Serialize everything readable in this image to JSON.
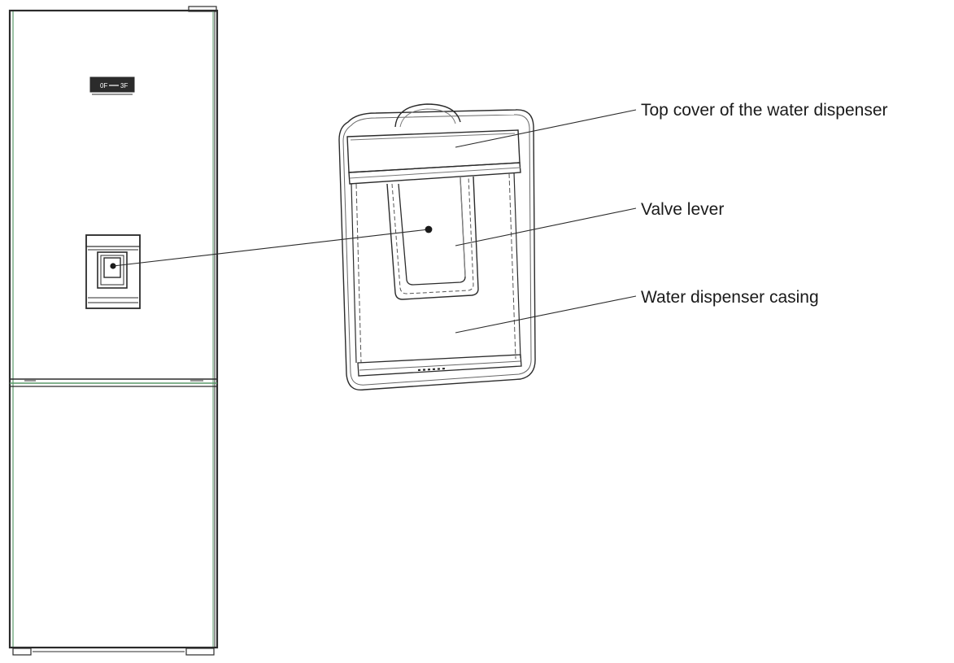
{
  "callouts": {
    "top_cover": "Top cover of the water dispenser",
    "valve_lever": "Valve lever",
    "casing": "Water dispenser casing"
  },
  "display_panel": {
    "left_reading": "0F",
    "right_reading": "3F"
  },
  "colors": {
    "line": "#2b2b2b",
    "accent_green": "#5a9a6a",
    "background": "#ffffff"
  }
}
